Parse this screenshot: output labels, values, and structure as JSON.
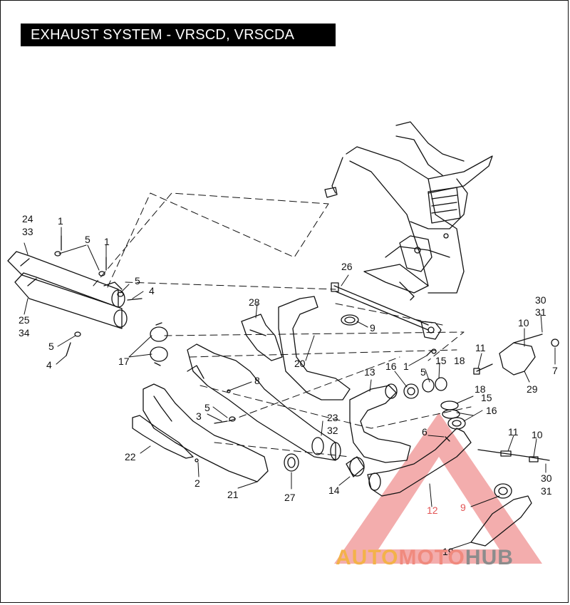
{
  "title": "EXHAUST SYSTEM - VRSCD, VRSCDA",
  "callouts": [
    {
      "id": "c1a",
      "text": "1"
    },
    {
      "id": "c24",
      "text": "24"
    },
    {
      "id": "c33",
      "text": "33"
    },
    {
      "id": "c5a",
      "text": "5"
    },
    {
      "id": "c1b",
      "text": "1"
    },
    {
      "id": "c5b",
      "text": "5"
    },
    {
      "id": "c4a",
      "text": "4"
    },
    {
      "id": "c25",
      "text": "25"
    },
    {
      "id": "c34",
      "text": "34"
    },
    {
      "id": "c5c",
      "text": "5"
    },
    {
      "id": "c4b",
      "text": "4"
    },
    {
      "id": "c17",
      "text": "17"
    },
    {
      "id": "c28",
      "text": "28"
    },
    {
      "id": "c9a",
      "text": "9"
    },
    {
      "id": "c20",
      "text": "20"
    },
    {
      "id": "c26",
      "text": "26"
    },
    {
      "id": "c8",
      "text": "8"
    },
    {
      "id": "c13",
      "text": "13"
    },
    {
      "id": "c16a",
      "text": "16"
    },
    {
      "id": "c1c",
      "text": "1"
    },
    {
      "id": "c5d",
      "text": "5"
    },
    {
      "id": "c15a",
      "text": "15"
    },
    {
      "id": "c18a",
      "text": "18"
    },
    {
      "id": "c11a",
      "text": "11"
    },
    {
      "id": "c10a",
      "text": "10"
    },
    {
      "id": "c30a",
      "text": "30"
    },
    {
      "id": "c31a",
      "text": "31"
    },
    {
      "id": "c7",
      "text": "7"
    },
    {
      "id": "c29",
      "text": "29"
    },
    {
      "id": "c18b",
      "text": "18"
    },
    {
      "id": "c15b",
      "text": "15"
    },
    {
      "id": "c16b",
      "text": "16"
    },
    {
      "id": "c3",
      "text": "3"
    },
    {
      "id": "c5e",
      "text": "5"
    },
    {
      "id": "c23",
      "text": "23"
    },
    {
      "id": "c32",
      "text": "32"
    },
    {
      "id": "c6",
      "text": "6"
    },
    {
      "id": "c11b",
      "text": "11"
    },
    {
      "id": "c10b",
      "text": "10"
    },
    {
      "id": "c30b",
      "text": "30"
    },
    {
      "id": "c31b",
      "text": "31"
    },
    {
      "id": "c22",
      "text": "22"
    },
    {
      "id": "c2",
      "text": "2"
    },
    {
      "id": "c21",
      "text": "21"
    },
    {
      "id": "c27",
      "text": "27"
    },
    {
      "id": "c14",
      "text": "14"
    },
    {
      "id": "c12",
      "text": "12"
    },
    {
      "id": "c9b",
      "text": "9"
    },
    {
      "id": "c19",
      "text": "19"
    }
  ],
  "watermark": {
    "part1": "AUTO",
    "part2": "MOTO",
    "part3": "HUB"
  }
}
